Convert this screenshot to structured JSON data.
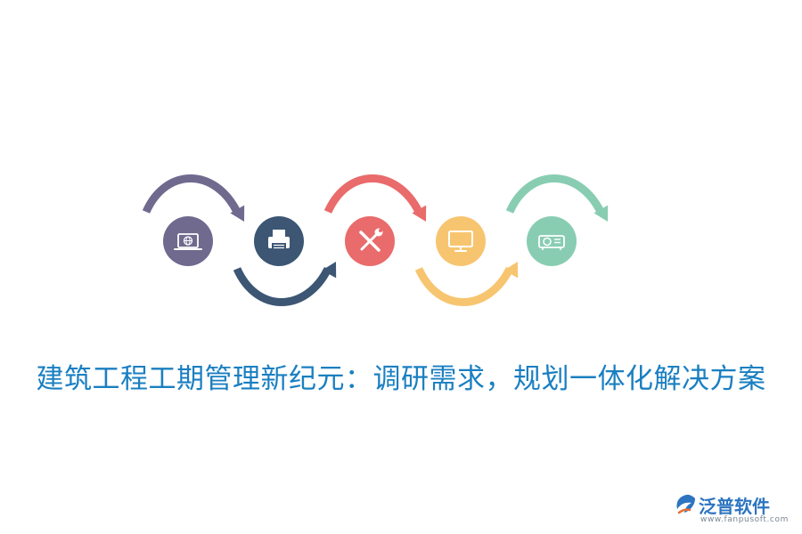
{
  "title": "建筑工程工期管理新纪元：调研需求，规划一体化解决方案",
  "title_color": "#1a7fc1",
  "steps": [
    {
      "icon": "browser-window-icon",
      "color": "#6f6a8e"
    },
    {
      "icon": "printer-icon",
      "color": "#3c5674"
    },
    {
      "icon": "tools-icon",
      "color": "#e96b6b"
    },
    {
      "icon": "monitor-icon",
      "color": "#f7c570"
    },
    {
      "icon": "projector-icon",
      "color": "#88cdb2"
    }
  ],
  "logo": {
    "brand": "泛普软件",
    "url": "www.fanpusoft.com",
    "brand_color": "#2d74c0"
  }
}
